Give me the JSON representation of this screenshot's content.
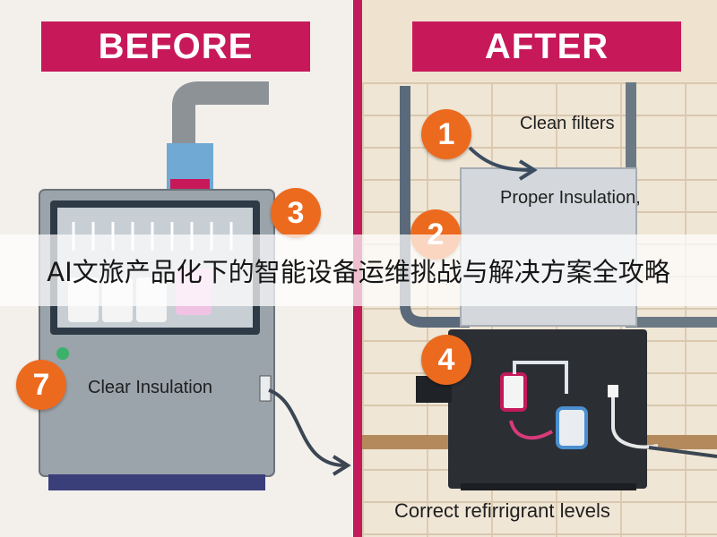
{
  "banners": {
    "before": "BEFORE",
    "after": "AFTER"
  },
  "steps": [
    {
      "number": "1",
      "text": "Clean filters"
    },
    {
      "number": "2",
      "text": "Proper Insulation,"
    },
    {
      "number": "3",
      "text": ""
    },
    {
      "number": "4",
      "text": "Correct refirrigrant levels"
    },
    {
      "number": "7",
      "text": "Clear Insulation"
    }
  ],
  "overlay_title": "AI文旅产品化下的智能设备运维挑战与解决方案全攻略",
  "colors": {
    "accent": "#c7195a",
    "badge": "#ec6a1e",
    "unit": "#8b939c",
    "dark_unit": "#2b2e33"
  }
}
